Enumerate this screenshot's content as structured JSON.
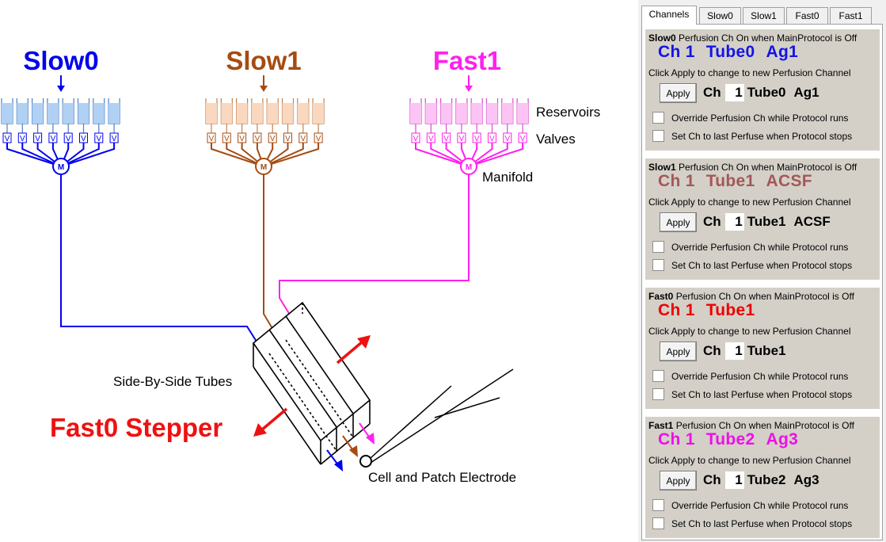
{
  "diagram": {
    "banks": [
      {
        "label": "Slow0",
        "color": "#0000ee",
        "reservoir_fill": "#b0d0f4",
        "reservoir_stroke": "#4f7fc0",
        "valve_label": "V",
        "manifold_label": "M"
      },
      {
        "label": "Slow1",
        "color": "#a64b12",
        "reservoir_fill": "#fad8c0",
        "reservoir_stroke": "#c0834f",
        "valve_label": "V",
        "manifold_label": "M"
      },
      {
        "label": "Fast1",
        "color": "#ff20ee",
        "reservoir_fill": "#fbc4f5",
        "reservoir_stroke": "#d24fc8",
        "valve_label": "V",
        "manifold_label": "M"
      }
    ],
    "labels": {
      "reservoirs": "Reservoirs",
      "valves": "Valves",
      "manifold": "Manifold",
      "tubes": "Side-By-Side Tubes",
      "stepper": "Fast0 Stepper",
      "cell": "Cell and Patch Electrode"
    },
    "stepper_color": "#ee1111"
  },
  "panel": {
    "tabs": [
      "Channels",
      "Slow0",
      "Slow1",
      "Fast0",
      "Fast1"
    ],
    "active_tab": "Channels",
    "groups": [
      {
        "name": "Slow0",
        "desc": "Perfusion Ch On when MainProtocol is Off",
        "status_color": "#1414e6",
        "status": [
          "Ch 1",
          "Tube0",
          "Ag1"
        ],
        "hint": "Click Apply to change to new Perfusion Channel",
        "apply": "Apply",
        "ch_label": "Ch",
        "ch_value": "1",
        "selection": [
          "Tube0",
          "Ag1"
        ],
        "override": "Override Perfusion Ch while Protocol runs",
        "set_last": "Set Ch to last Perfuse when Protocol stops"
      },
      {
        "name": "Slow1",
        "desc": "Perfusion Ch On when MainProtocol is Off",
        "status_color": "#a35858",
        "status": [
          "Ch 1",
          "Tube1",
          "ACSF"
        ],
        "hint": "Click Apply to change to new Perfusion Channel",
        "apply": "Apply",
        "ch_label": "Ch",
        "ch_value": "1",
        "selection": [
          "Tube1",
          "ACSF"
        ],
        "override": "Override Perfusion Ch while Protocol runs",
        "set_last": "Set Ch to last Perfuse when Protocol stops"
      },
      {
        "name": "Fast0",
        "desc": "Perfusion Ch On when MainProtocol is Off",
        "status_color": "#ee0000",
        "status": [
          "Ch 1",
          "Tube1"
        ],
        "hint": "Click Apply to change to new Perfusion Channel",
        "apply": "Apply",
        "ch_label": "Ch",
        "ch_value": "1",
        "selection": [
          "Tube1"
        ],
        "override": "Override Perfusion Ch while Protocol runs",
        "set_last": "Set Ch to last Perfuse when Protocol stops"
      },
      {
        "name": "Fast1",
        "desc": "Perfusion Ch On when MainProtocol is Off",
        "status_color": "#ee10e6",
        "status": [
          "Ch 1",
          "Tube2",
          "Ag3"
        ],
        "hint": "Click Apply to change to new Perfusion Channel",
        "apply": "Apply",
        "ch_label": "Ch",
        "ch_value": "1",
        "selection": [
          "Tube2",
          "Ag3"
        ],
        "override": "Override Perfusion Ch while Protocol runs",
        "set_last": "Set Ch to last Perfuse when Protocol stops"
      }
    ]
  }
}
